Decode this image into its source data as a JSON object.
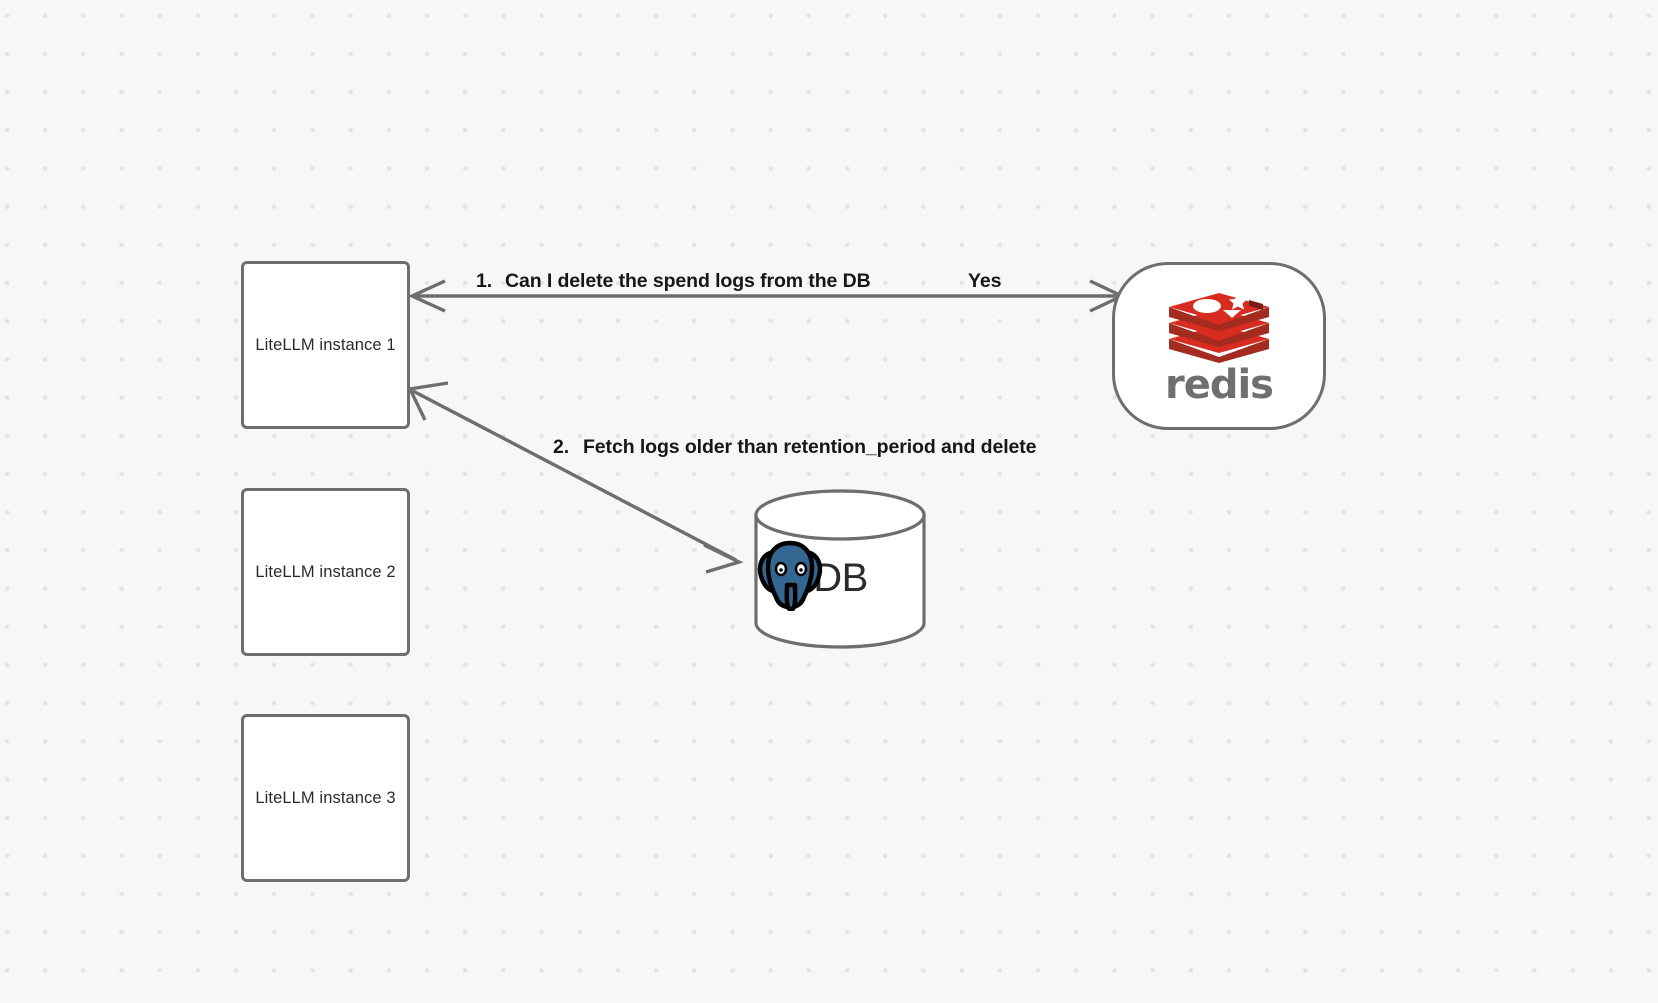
{
  "canvas": {
    "background_color": "#f7f7f8",
    "dot_color": "#e4e4e6",
    "grid_spacing": 38
  },
  "nodes": [
    {
      "id": "instance1",
      "label": "LiteLLM instance 1",
      "type": "box",
      "border_color": "#6e6e6e",
      "fill": "#ffffff"
    },
    {
      "id": "instance2",
      "label": "LiteLLM instance 2",
      "type": "box",
      "border_color": "#6e6e6e",
      "fill": "#ffffff"
    },
    {
      "id": "instance3",
      "label": "LiteLLM instance 3",
      "type": "box",
      "border_color": "#6e6e6e",
      "fill": "#ffffff"
    },
    {
      "id": "redis",
      "label": "redis",
      "type": "rounded",
      "logo": "redis-logo-icon",
      "logo_color": "#d82c20",
      "wordmark_color": "#6f6f6f"
    },
    {
      "id": "db",
      "label": "DB",
      "type": "cylinder",
      "logo": "postgresql-elephant-icon",
      "logo_color": "#336791"
    }
  ],
  "edges": [
    {
      "id": "edge-1",
      "from": "instance1",
      "to": "redis",
      "number": "1.",
      "label": "Can I delete the spend logs from the DB",
      "reply": "Yes",
      "color": "#6e6e6e"
    },
    {
      "id": "edge-2",
      "from": "db",
      "to": "instance1",
      "number": "2.",
      "label": "Fetch logs older than retention_period and delete",
      "color": "#6e6e6e"
    }
  ]
}
